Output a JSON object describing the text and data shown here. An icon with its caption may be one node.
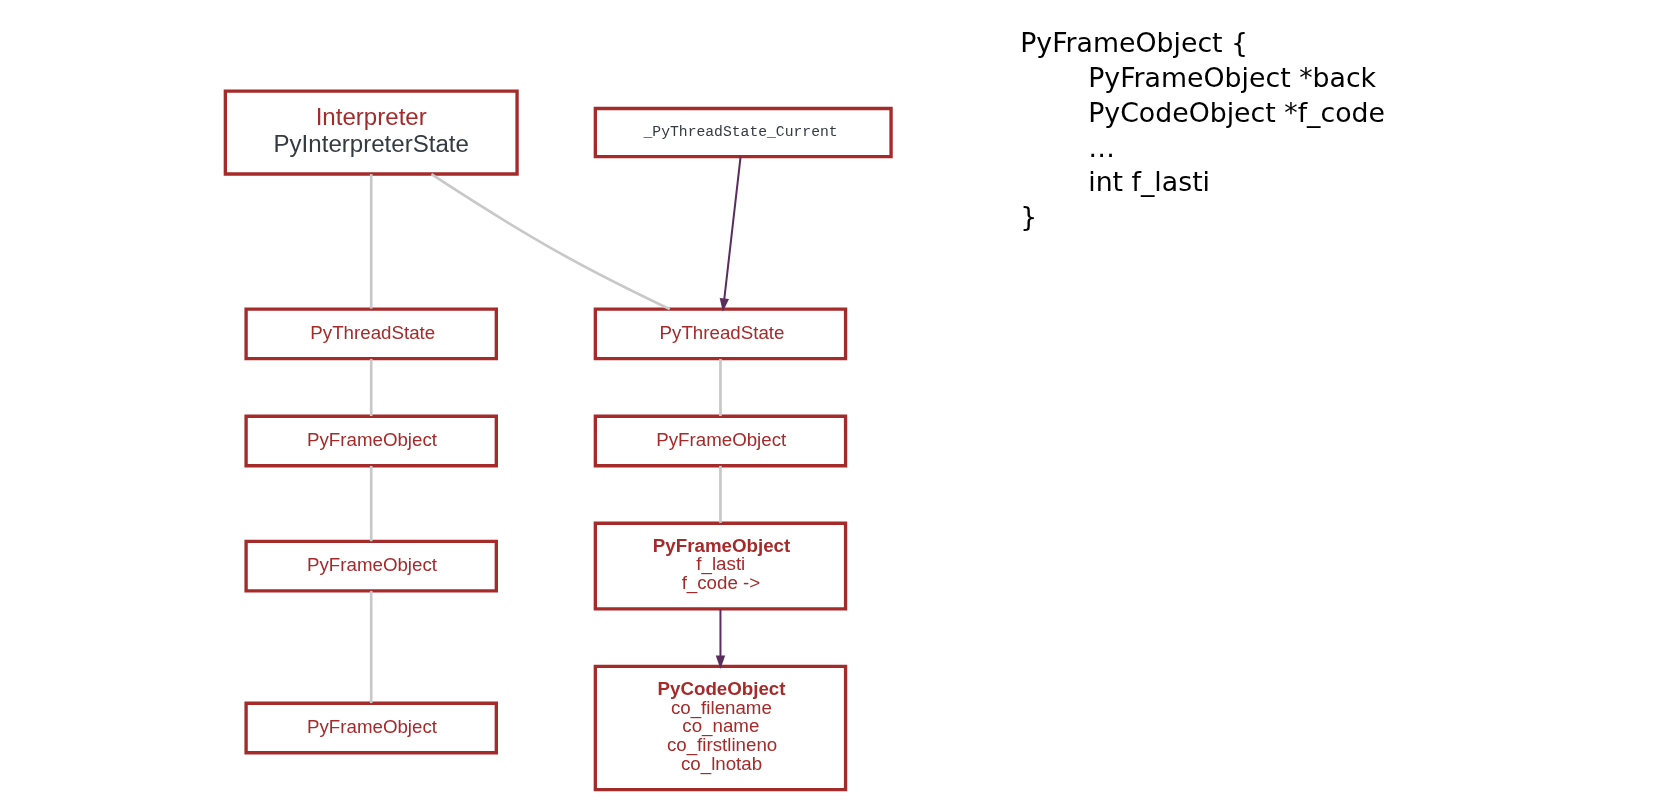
{
  "diagram": {
    "nodes": [
      {
        "text": [
          "Interpreter",
          "PyInterpreterState"
        ]
      },
      {
        "text": [
          "_PyThreadState_Current"
        ]
      },
      {
        "text": [
          "PyThreadState"
        ]
      },
      {
        "text": [
          "PyThreadState"
        ]
      },
      {
        "text": [
          "PyFrameObject"
        ]
      },
      {
        "text": [
          "PyFrameObject"
        ]
      },
      {
        "text": [
          "PyFrameObject",
          "f_lasti",
          "f_code ->"
        ]
      },
      {
        "text": [
          "PyFrameObject"
        ]
      },
      {
        "text": [
          "PyCodeObject",
          "co_filename",
          "co_name",
          "co_firstlineno",
          "co_lnotab"
        ]
      },
      {
        "text": [
          "PyFrameObject"
        ]
      }
    ],
    "edges": [
      {
        "from": 0,
        "to": 2,
        "arrow": "none"
      },
      {
        "from": 0,
        "to": 3,
        "arrow": "none"
      },
      {
        "from": 1,
        "to": 3,
        "arrow": "to",
        "color": "#5b2c5e"
      },
      {
        "from": 2,
        "to": 4,
        "arrow": "none"
      },
      {
        "from": 3,
        "to": 5,
        "arrow": "none"
      },
      {
        "from": 4,
        "to": 7,
        "arrow": "none"
      },
      {
        "from": 5,
        "to": 6,
        "arrow": "none"
      },
      {
        "from": 6,
        "to": 8,
        "arrow": "to",
        "color": "#5b2c5e"
      },
      {
        "from": 7,
        "to": 9,
        "arrow": "none"
      }
    ],
    "labels": [
      "PyFrameObject {",
      "PyFrameObject *back",
      "PyCodeObject *f_code",
      "…",
      "int f_lasti",
      "}"
    ]
  }
}
